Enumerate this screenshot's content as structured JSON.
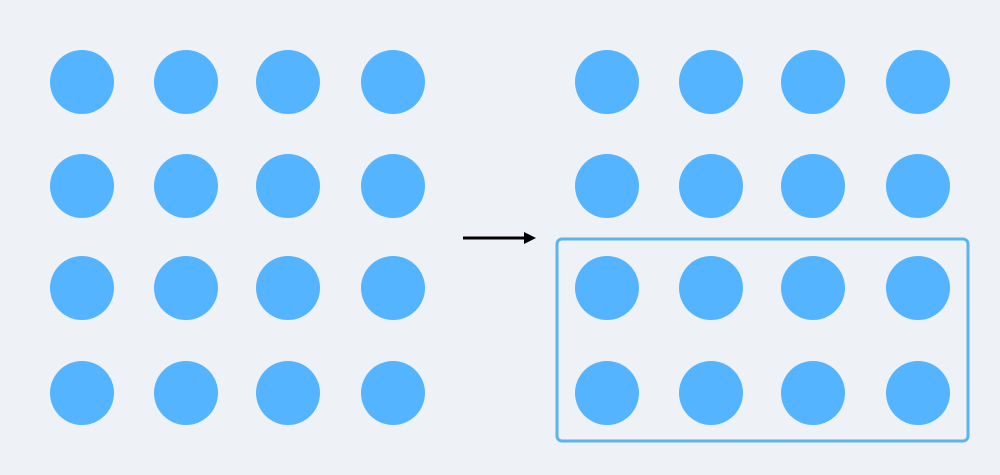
{
  "colors": {
    "background": "#EEF2F6",
    "dot": "#54B4FF",
    "highlight_border": "#5BB4EC",
    "arrow": "#000000"
  },
  "left_grid": {
    "rows": 4,
    "cols": 4
  },
  "right_grid": {
    "rows": 4,
    "cols": 4,
    "highlighted_rows": [
      3,
      4
    ]
  },
  "arrow": {
    "direction": "right"
  }
}
